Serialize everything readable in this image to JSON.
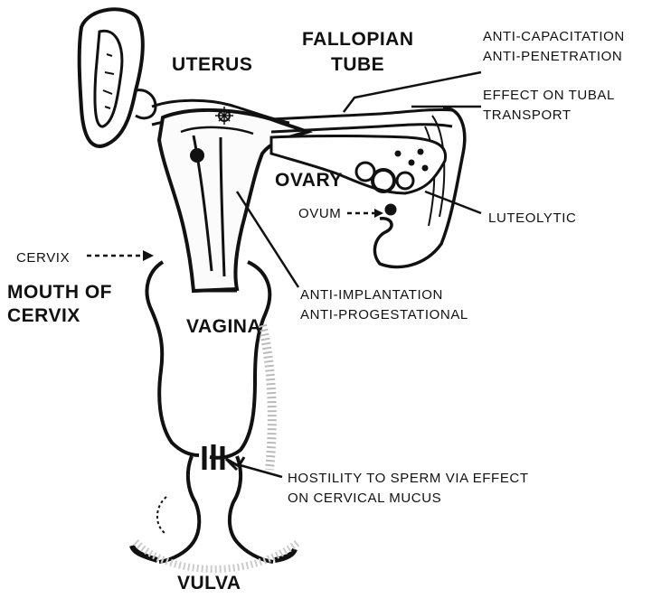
{
  "labels": {
    "uterus": "UTERUS",
    "fallopian_1": "FALLOPIAN",
    "fallopian_2": "TUBE",
    "ovary": "OVARY",
    "vagina": "VAGINA",
    "vulva": "VULVA",
    "cervix": "CERVIX",
    "mouth_of_cervix_1": "MOUTH OF",
    "mouth_of_cervix_2": "CERVIX",
    "ovum": "OVUM"
  },
  "annotations": {
    "anti_capacitation": "ANTI-CAPACITATION",
    "anti_penetration": "ANTI-PENETRATION",
    "tubal_1": "EFFECT ON TUBAL",
    "tubal_2": "TRANSPORT",
    "luteolytic": "LUTEOLYTIC",
    "implantation_1": "ANTI-IMPLANTATION",
    "implantation_2": "ANTI-PROGESTATIONAL",
    "hostility_1": "HOSTILITY TO SPERM VIA EFFECT",
    "hostility_2": "ON CERVICAL MUCUS"
  }
}
